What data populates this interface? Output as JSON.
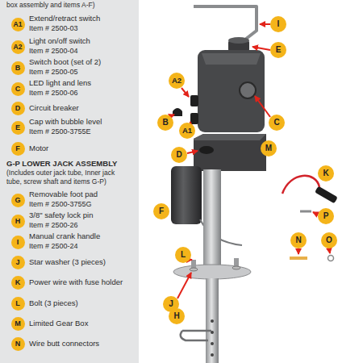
{
  "diagram": {
    "nodes": [
      {
        "text": [
          "A1"
        ]
      },
      {
        "text": [
          "A2"
        ]
      },
      {
        "text": [
          "B"
        ]
      },
      {
        "text": [
          "C"
        ]
      },
      {
        "text": [
          "D"
        ]
      },
      {
        "text": [
          "E"
        ]
      },
      {
        "text": [
          "F"
        ]
      },
      {
        "text": [
          "G"
        ]
      },
      {
        "text": [
          "H"
        ]
      },
      {
        "text": [
          "I"
        ]
      },
      {
        "text": [
          "J"
        ]
      },
      {
        "text": [
          "K"
        ]
      },
      {
        "text": [
          "L"
        ]
      },
      {
        "text": [
          "M"
        ]
      },
      {
        "text": [
          "N"
        ]
      },
      {
        "text": [
          "I"
        ]
      },
      {
        "text": [
          "E"
        ]
      },
      {
        "text": [
          "A2"
        ]
      },
      {
        "text": [
          "B"
        ]
      },
      {
        "text": [
          "A1"
        ]
      },
      {
        "text": [
          "C"
        ]
      },
      {
        "text": [
          "M"
        ]
      },
      {
        "text": [
          "D"
        ]
      },
      {
        "text": [
          "K"
        ]
      },
      {
        "text": [
          "F"
        ]
      },
      {
        "text": [
          "P"
        ]
      },
      {
        "text": [
          "N"
        ]
      },
      {
        "text": [
          "O"
        ]
      },
      {
        "text": [
          "L"
        ]
      },
      {
        "text": [
          "J"
        ]
      },
      {
        "text": [
          "H"
        ]
      }
    ],
    "labels": [
      "box assembly and items A-F)",
      "Extend/retract switch",
      "Item # 2500-03",
      "Light on/off switch",
      "Item # 2500-04",
      "Switch boot (set of 2)",
      "Item # 2500-05",
      "LED light and lens",
      "Item # 2500-06",
      "Circuit breaker",
      "Cap with bubble level",
      "Item # 2500-3755E",
      "Motor",
      "G-P LOWER JACK ASSEMBLY",
      "(Includes outer jack tube, Inner jack tube, screw shaft and items G-P)",
      "Removable foot pad",
      "Item # 2500-3755G",
      "3/8\" safety lock pin",
      "Item # 2500-26",
      "Manual crank handle",
      "Item # 2500-24",
      "Star washer (3 pieces)",
      "Power wire with fuse holder",
      "Bolt (3 pieces)",
      "Limited Gear Box",
      "Wire butt connectors"
    ]
  }
}
